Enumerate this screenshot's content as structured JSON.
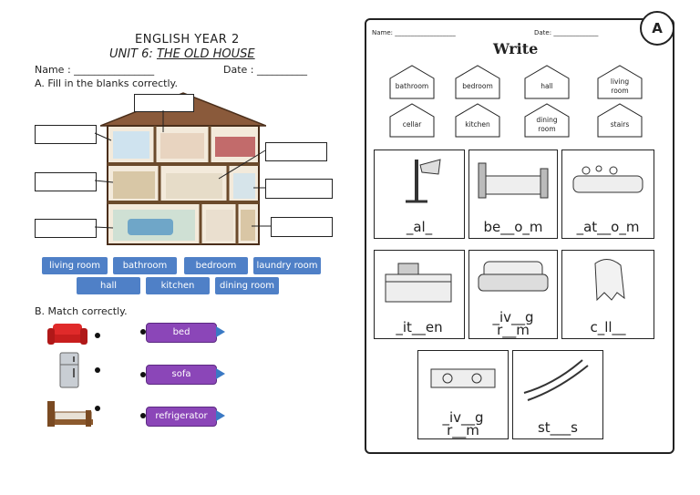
{
  "left": {
    "title": "ENGLISH YEAR 2",
    "unit_prefix": "UNIT 6: ",
    "unit_name": "THE OLD HOUSE",
    "name_label": "Name : ________________",
    "date_label": "Date : __________",
    "section_a": "A. Fill in the blanks correctly.",
    "words": [
      "living room",
      "bathroom",
      "bedroom",
      "laundry room",
      "hall",
      "kitchen",
      "dining room"
    ],
    "section_b": "B. Match correctly.",
    "match_words": [
      "bed",
      "sofa",
      "refrigerator"
    ],
    "match_icons": [
      "sofa-icon",
      "refrigerator-icon",
      "bed-icon"
    ]
  },
  "right": {
    "name_label": "Name: ___________________",
    "date_label": "Date: ______________",
    "title": "Write",
    "badge": "A",
    "word_bank": [
      "bathroom",
      "bedroom",
      "hall",
      "living room",
      "cellar",
      "kitchen",
      "dining room",
      "stairs"
    ],
    "cards": [
      {
        "label": "_al_",
        "icon": "coat-rack-icon"
      },
      {
        "label": "be__o_m",
        "icon": "bed-icon"
      },
      {
        "label": "_at__o_m",
        "icon": "bathtub-icon"
      },
      {
        "label": "_it__en",
        "icon": "stove-icon"
      },
      {
        "label": "_iv__g\nr__m",
        "icon": "sofa-icon"
      },
      {
        "label": "c_ll__",
        "icon": "ghost-icon"
      },
      {
        "label": "_iv__g\nr__m",
        "icon": "dining-table-icon"
      },
      {
        "label": "st___s",
        "icon": "staircase-icon"
      }
    ]
  }
}
